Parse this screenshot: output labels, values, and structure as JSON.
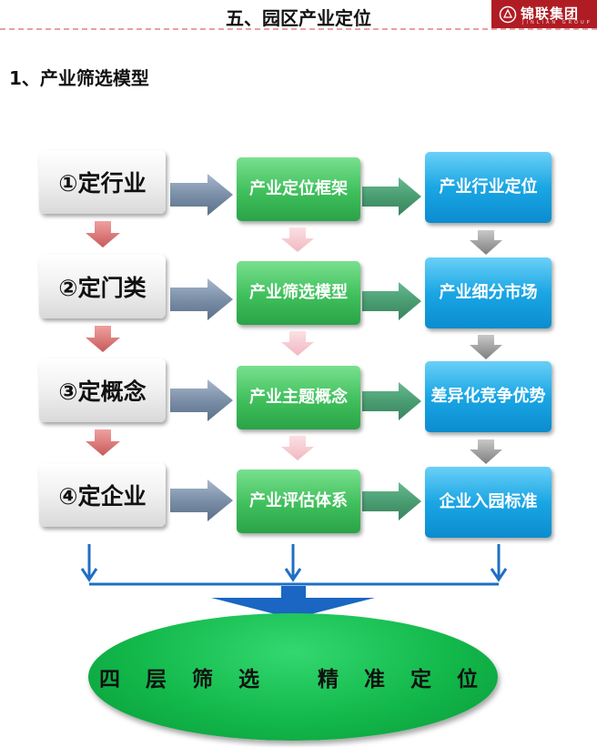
{
  "header": {
    "title": "五、园区产业定位",
    "logo_text": "锦联集团",
    "logo_subtext": "JINLIAN GROUP"
  },
  "section": {
    "title": "1、产业筛选模型"
  },
  "rows": [
    {
      "step": "①定行业",
      "middle": "产业定位框架",
      "right": "产业行业定位"
    },
    {
      "step": "②定门类",
      "middle": "产业筛选模型",
      "right": "产业细分市场"
    },
    {
      "step": "③定概念",
      "middle": "产业主题概念",
      "right": "差异化竞争优势"
    },
    {
      "step": "④定企业",
      "middle": "产业评估体系",
      "right": "企业入园标准"
    }
  ],
  "result": {
    "label": "四 层 筛 选   精 准 定 位"
  },
  "colors": {
    "step_box": "#e6e6e6",
    "middle_box": "#3fbf5c",
    "right_box": "#1aa6e4",
    "result_ellipse": "#12b84a",
    "connector_blue": "#1f6fc4",
    "logo_red": "#b01c24"
  }
}
